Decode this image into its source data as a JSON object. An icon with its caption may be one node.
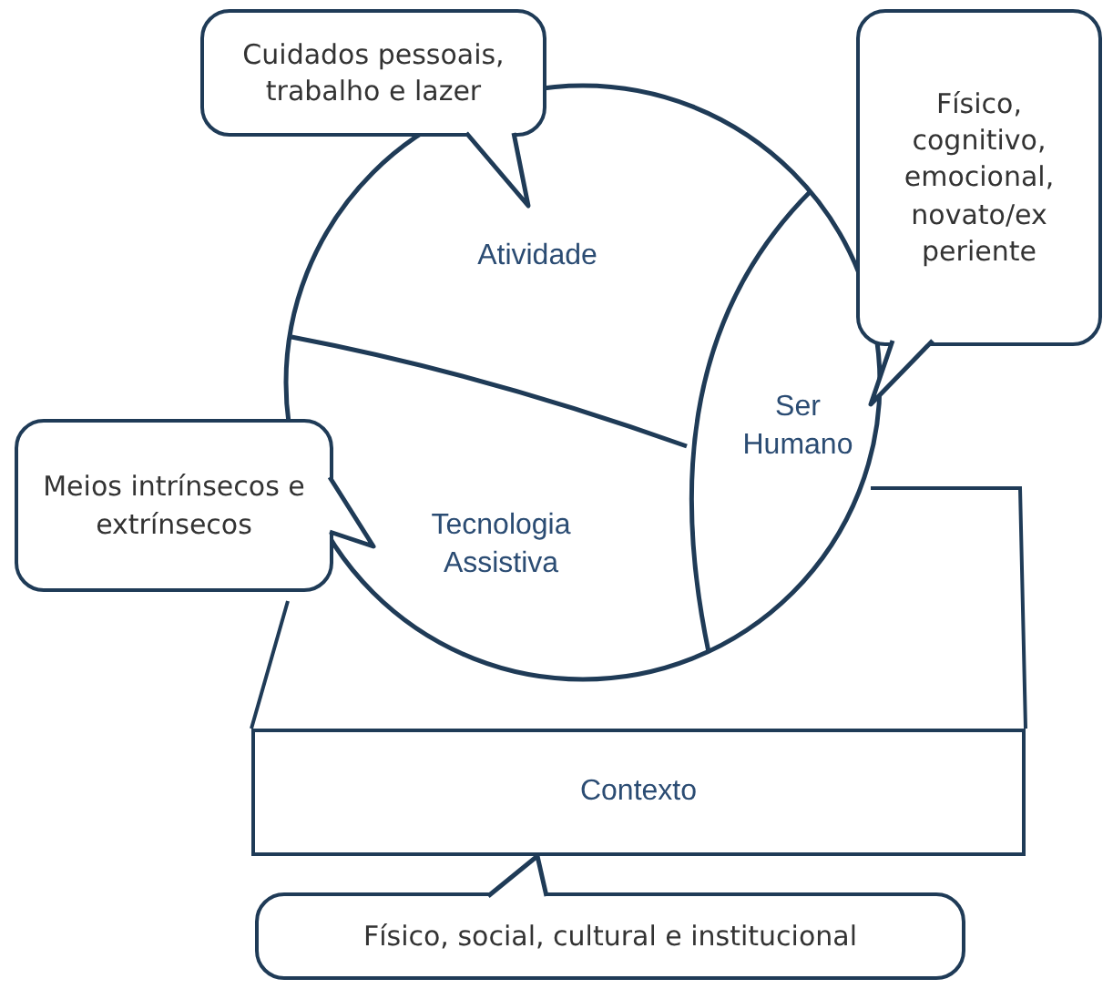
{
  "diagram": {
    "nodes": [
      {
        "text": [],
        "shape": "circle"
      },
      {
        "text": [
          "Atividade"
        ],
        "in": 0
      },
      {
        "text": [
          "Ser Humano"
        ],
        "in": 0
      },
      {
        "text": [
          "Tecnologia Assistiva"
        ],
        "in": 0
      },
      {
        "text": [
          "Contexto"
        ]
      },
      {
        "text": [
          "Cuidados pessoais, trabalho e lazer"
        ]
      },
      {
        "text": [
          "Físico, cognitivo, emocional, novato/ex periente"
        ]
      },
      {
        "text": [
          "Meios intrínsecos e extrínsecos"
        ]
      },
      {
        "text": [
          "Físico, social, cultural e institucional"
        ]
      }
    ],
    "edges": [
      {
        "from": 5,
        "to": 1,
        "arrow": "to"
      },
      {
        "from": 6,
        "to": 2,
        "arrow": "to"
      },
      {
        "from": 7,
        "to": 3,
        "arrow": "to"
      },
      {
        "from": 8,
        "to": 4,
        "arrow": "to"
      }
    ]
  }
}
